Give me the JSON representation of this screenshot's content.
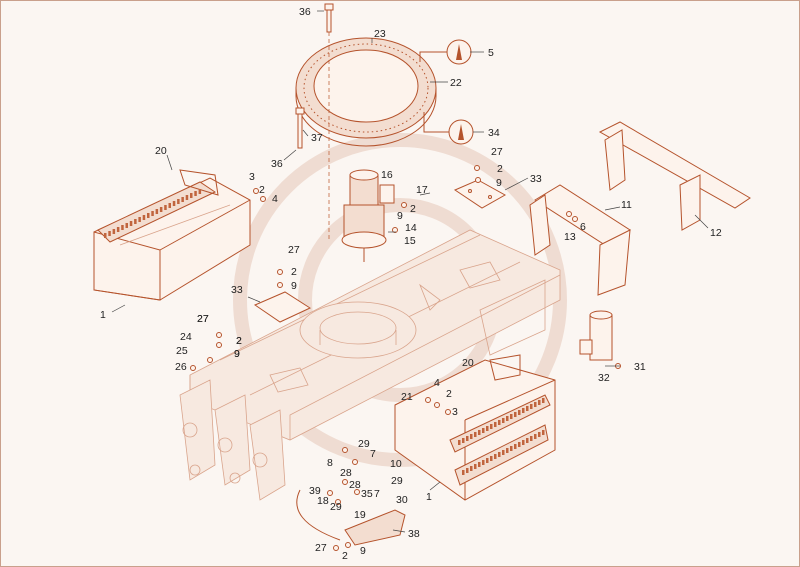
{
  "diagram": {
    "type": "exploded-parts-diagram",
    "line_color": "#b5532c",
    "background": "#fbf6f2",
    "callouts": [
      "36",
      "23",
      "5",
      "22",
      "34",
      "37",
      "36",
      "20",
      "3",
      "2",
      "4",
      "27",
      "2",
      "9",
      "16",
      "17",
      "9",
      "2",
      "14",
      "15",
      "27",
      "2",
      "9",
      "33",
      "11",
      "13",
      "6",
      "12",
      "27",
      "2",
      "9",
      "33",
      "1",
      "27",
      "2",
      "9",
      "24",
      "25",
      "26",
      "32",
      "31",
      "20",
      "4",
      "2",
      "21",
      "3",
      "8",
      "29",
      "7",
      "28",
      "10",
      "28",
      "29",
      "35",
      "7",
      "39",
      "18",
      "29",
      "19",
      "30",
      "1",
      "38",
      "27",
      "2",
      "9"
    ]
  }
}
